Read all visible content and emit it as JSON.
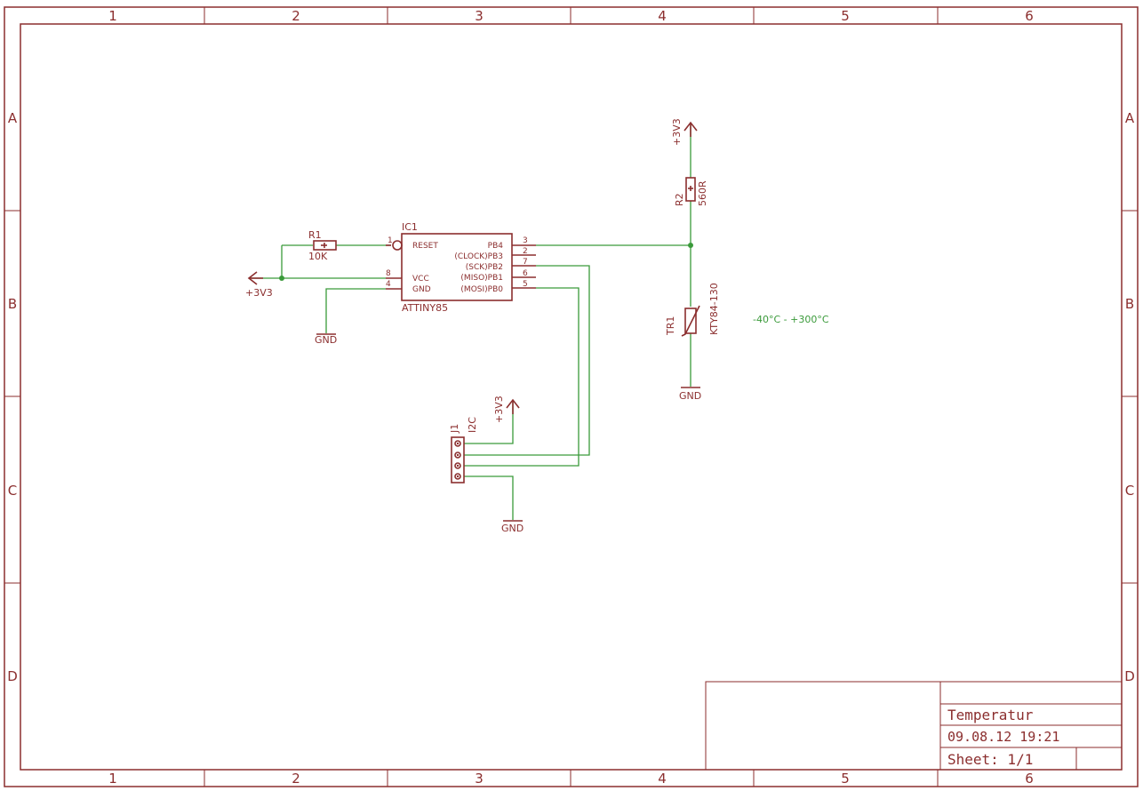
{
  "frame": {
    "columns": [
      "1",
      "2",
      "3",
      "4",
      "5",
      "6"
    ],
    "rows": [
      "A",
      "B",
      "C",
      "D"
    ]
  },
  "components": {
    "r1": {
      "name": "R1",
      "value": "10K"
    },
    "r2": {
      "name": "R2",
      "value": "560R"
    },
    "ic1": {
      "name": "IC1",
      "value": "ATTINY85",
      "pins_left": [
        {
          "num": "1",
          "label": "RESET"
        },
        {
          "num": "8",
          "label": "VCC"
        },
        {
          "num": "4",
          "label": "GND"
        }
      ],
      "pins_right": [
        {
          "num": "3",
          "label": "PB4"
        },
        {
          "num": "2",
          "label": "(CLOCK)PB3"
        },
        {
          "num": "7",
          "label": "(SCK)PB2"
        },
        {
          "num": "6",
          "label": "(MISO)PB1"
        },
        {
          "num": "5",
          "label": "(MOSI)PB0"
        }
      ]
    },
    "tr1": {
      "name": "TR1",
      "value": "KTY84-130",
      "note": "-40°C - +300°C"
    },
    "j1": {
      "name": "J1",
      "value": "I2C"
    }
  },
  "supplies": {
    "v3_left": "+3V3",
    "v3_r2": "+3V3",
    "v3_j1": "+3V3",
    "gnd_ic": "GND",
    "gnd_tr1": "GND",
    "gnd_j1": "GND"
  },
  "title_block": {
    "title": "Temperatur",
    "date": "09.08.12 19:21",
    "sheet": "Sheet: 1/1"
  },
  "colors": {
    "symbol": "#8b2e2e",
    "wire": "#3a9a3a",
    "background": "#ffffff"
  }
}
